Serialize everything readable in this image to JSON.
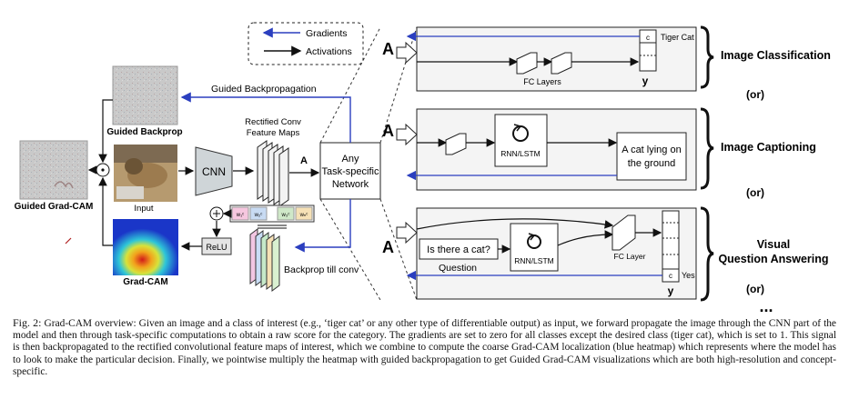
{
  "legend": {
    "gradients": "Gradients",
    "activations": "Activations"
  },
  "left": {
    "guided_backprop_label": "Guided Backprop",
    "guided_gradcam_label": "Guided Grad-CAM",
    "input_label": "Input",
    "gradcam_label": "Grad-CAM",
    "relu_label": "ReLU",
    "cnn_label": "CNN",
    "rectified_label_line1": "Rectified Conv",
    "rectified_label_line2": "Feature Maps",
    "a_label": "A",
    "guided_backprop_arrow_label": "Guided Backpropagation",
    "backprop_till_conv_label": "Backprop till conv",
    "any_task_line1": "Any",
    "any_task_line2": "Task-specific",
    "any_task_line3": "Network",
    "weights": [
      "w₁ᶜ",
      "w₂ᶜ",
      "w₃ᶜ",
      "wₙᶜ"
    ]
  },
  "panels": {
    "classification": {
      "a_label": "A",
      "fc_layers_label": "FC Layers",
      "y_label": "y",
      "c_label": "c",
      "tiger_cat_label": "Tiger Cat",
      "task_label": "Image Classification"
    },
    "captioning": {
      "a_label": "A",
      "rnn_label": "RNN/LSTM",
      "output_line1": "A cat lying on",
      "output_line2": "the ground",
      "task_label": "Image Captioning"
    },
    "vqa": {
      "a_label": "A",
      "question_text": "Is there a cat?",
      "question_label": "Question",
      "rnn_label": "RNN/LSTM",
      "fc_layer_label": "FC Layer",
      "c_label": "c",
      "yes_label": "Yes",
      "y_label": "y",
      "task_label_line1": "Visual",
      "task_label_line2": "Question Answering"
    },
    "or_label": "(or)",
    "ellipsis": "..."
  },
  "caption": {
    "lead": "Fig. 2:",
    "text": "Grad-CAM overview: Given an image and a class of interest (e.g., ‘tiger cat’ or any other type of differentiable output) as input, we forward propagate the image through the CNN part of the model and then through task-specific computations to obtain a raw score for the category. The gradients are set to zero for all classes except the desired class (tiger cat), which is set to 1. This signal is then backpropagated to the rectified convolutional feature maps of interest, which we combine to compute the coarse Grad-CAM localization (blue heatmap) which represents where the model has to look to make the particular decision. Finally, we pointwise multiply the heatmap with guided backpropagation to get Guided Grad-CAM visualizations which are both high-resolution and concept-specific."
  },
  "colors": {
    "gradient_arrow": "#2b3fbf",
    "activation_arrow": "#111111",
    "panel_fill": "#f4f4f4",
    "heatmap_blue": "#1a36c8",
    "heatmap_red": "#d21a1a"
  }
}
